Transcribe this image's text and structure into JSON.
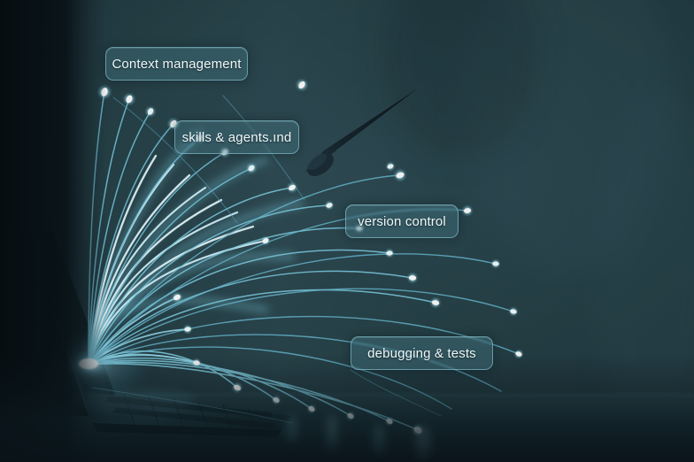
{
  "scene": {
    "title": "Laptop emitting glowing fiber-optic light strands",
    "background_color": "#23393f",
    "dark_edge_color": "#0b1418",
    "floor_color": "#1b2c33",
    "fiber_color": "#8fd8e8",
    "fiber_glow_color": "#d8f6ff",
    "fiber_core_color": "#ffffff",
    "source_glow_color": "#bdeefc",
    "stylus_color": "#14222a"
  },
  "labels": [
    {
      "id": "context-management",
      "text": "Context management"
    },
    {
      "id": "skills-agents",
      "text": "skills & agents.ınd"
    },
    {
      "id": "version-control",
      "text": "version control"
    },
    {
      "id": "debugging-tests",
      "text": "debugging & tests"
    }
  ],
  "label_style": {
    "text_color": "#eef7fa",
    "border_color": "#96d6e4",
    "fill_color": "#467684"
  },
  "objects": {
    "laptop": "laptop-silhouette",
    "stylus": "stylus-pointer",
    "light_source": "fiber-emission-point"
  }
}
